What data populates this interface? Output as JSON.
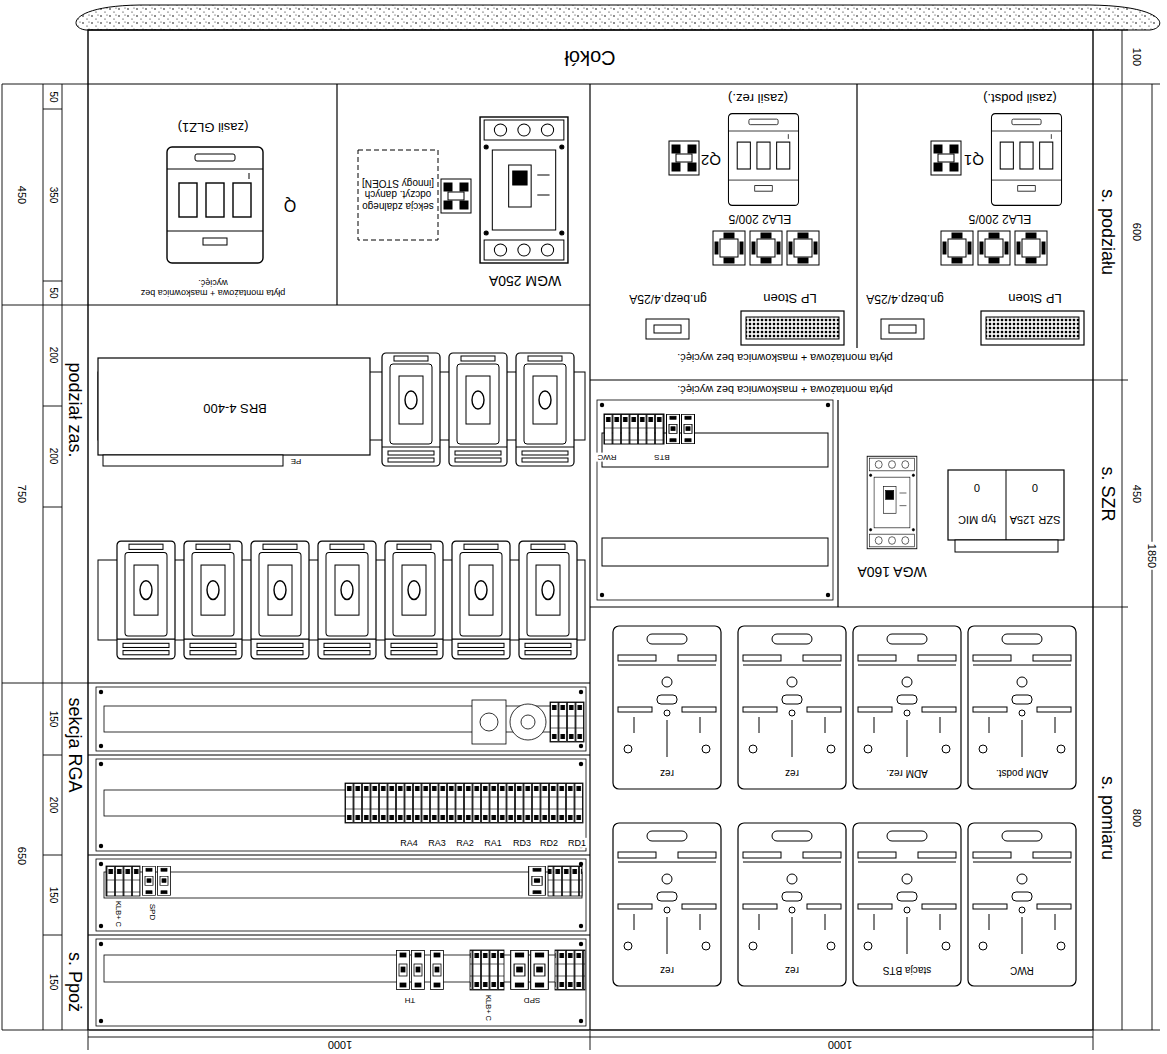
{
  "diagram": {
    "nodes": [
      {
        "text": [
          "Cokół"
        ]
      },
      {
        "text": [
          "(zasil GLZ1)",
          "Q",
          "płyta montażowa + maskownica bez wycięć."
        ]
      },
      {
        "text": [
          "WGM 250A"
        ]
      },
      {
        "text": [
          "sekcja zdalnego odczyt. danych [innogy STOEN]"
        ],
        "in": 2
      },
      {
        "text": [
          "BRS 4-400",
          "PE"
        ]
      },
      {
        "text": [
          "(zasil rez.)",
          "Q2",
          "ELA2 200/5",
          "LP Stoen",
          "gn.bezp.4/25A"
        ]
      },
      {
        "text": [
          "(zasil podst.)",
          "Q1",
          "ELA2 200/5",
          "LP Stoen",
          "gn.bezp.4/25A"
        ]
      },
      {
        "text": [
          "SZR 125A",
          "typ MIC",
          "0",
          "0"
        ]
      },
      {
        "text": [
          "rez"
        ]
      },
      {
        "text": [
          "rez"
        ]
      },
      {
        "text": [
          "ADM rez."
        ]
      },
      {
        "text": [
          "ADM podst."
        ]
      },
      {
        "text": [
          "rez"
        ]
      },
      {
        "text": [
          "rez"
        ]
      },
      {
        "text": [
          "stacja BTS"
        ]
      },
      {
        "text": [
          "RWC"
        ]
      }
    ],
    "labels": [
      "100",
      "600",
      "450",
      "800",
      "1850",
      "s. podziału",
      "s. SZR",
      "s. pomiaru",
      "450",
      "750",
      "650",
      "50",
      "350",
      "50",
      "200",
      "200",
      "150",
      "200",
      "150",
      "150",
      "podział zas.",
      "sekcja RGA",
      "s. Ppoż",
      "1000",
      "1000",
      "płyta montażowa + maskownica bez wycięć.",
      "płyta montażowa + maskownica bez wycięć.",
      "RWC",
      "BTS",
      "WGA 160A",
      "RA4",
      "RA3",
      "RA2",
      "RA1",
      "RD3",
      "RD2",
      "RD1",
      "KLB+ C",
      "SPD",
      "TH",
      "KLB+ C",
      "SPD"
    ]
  }
}
